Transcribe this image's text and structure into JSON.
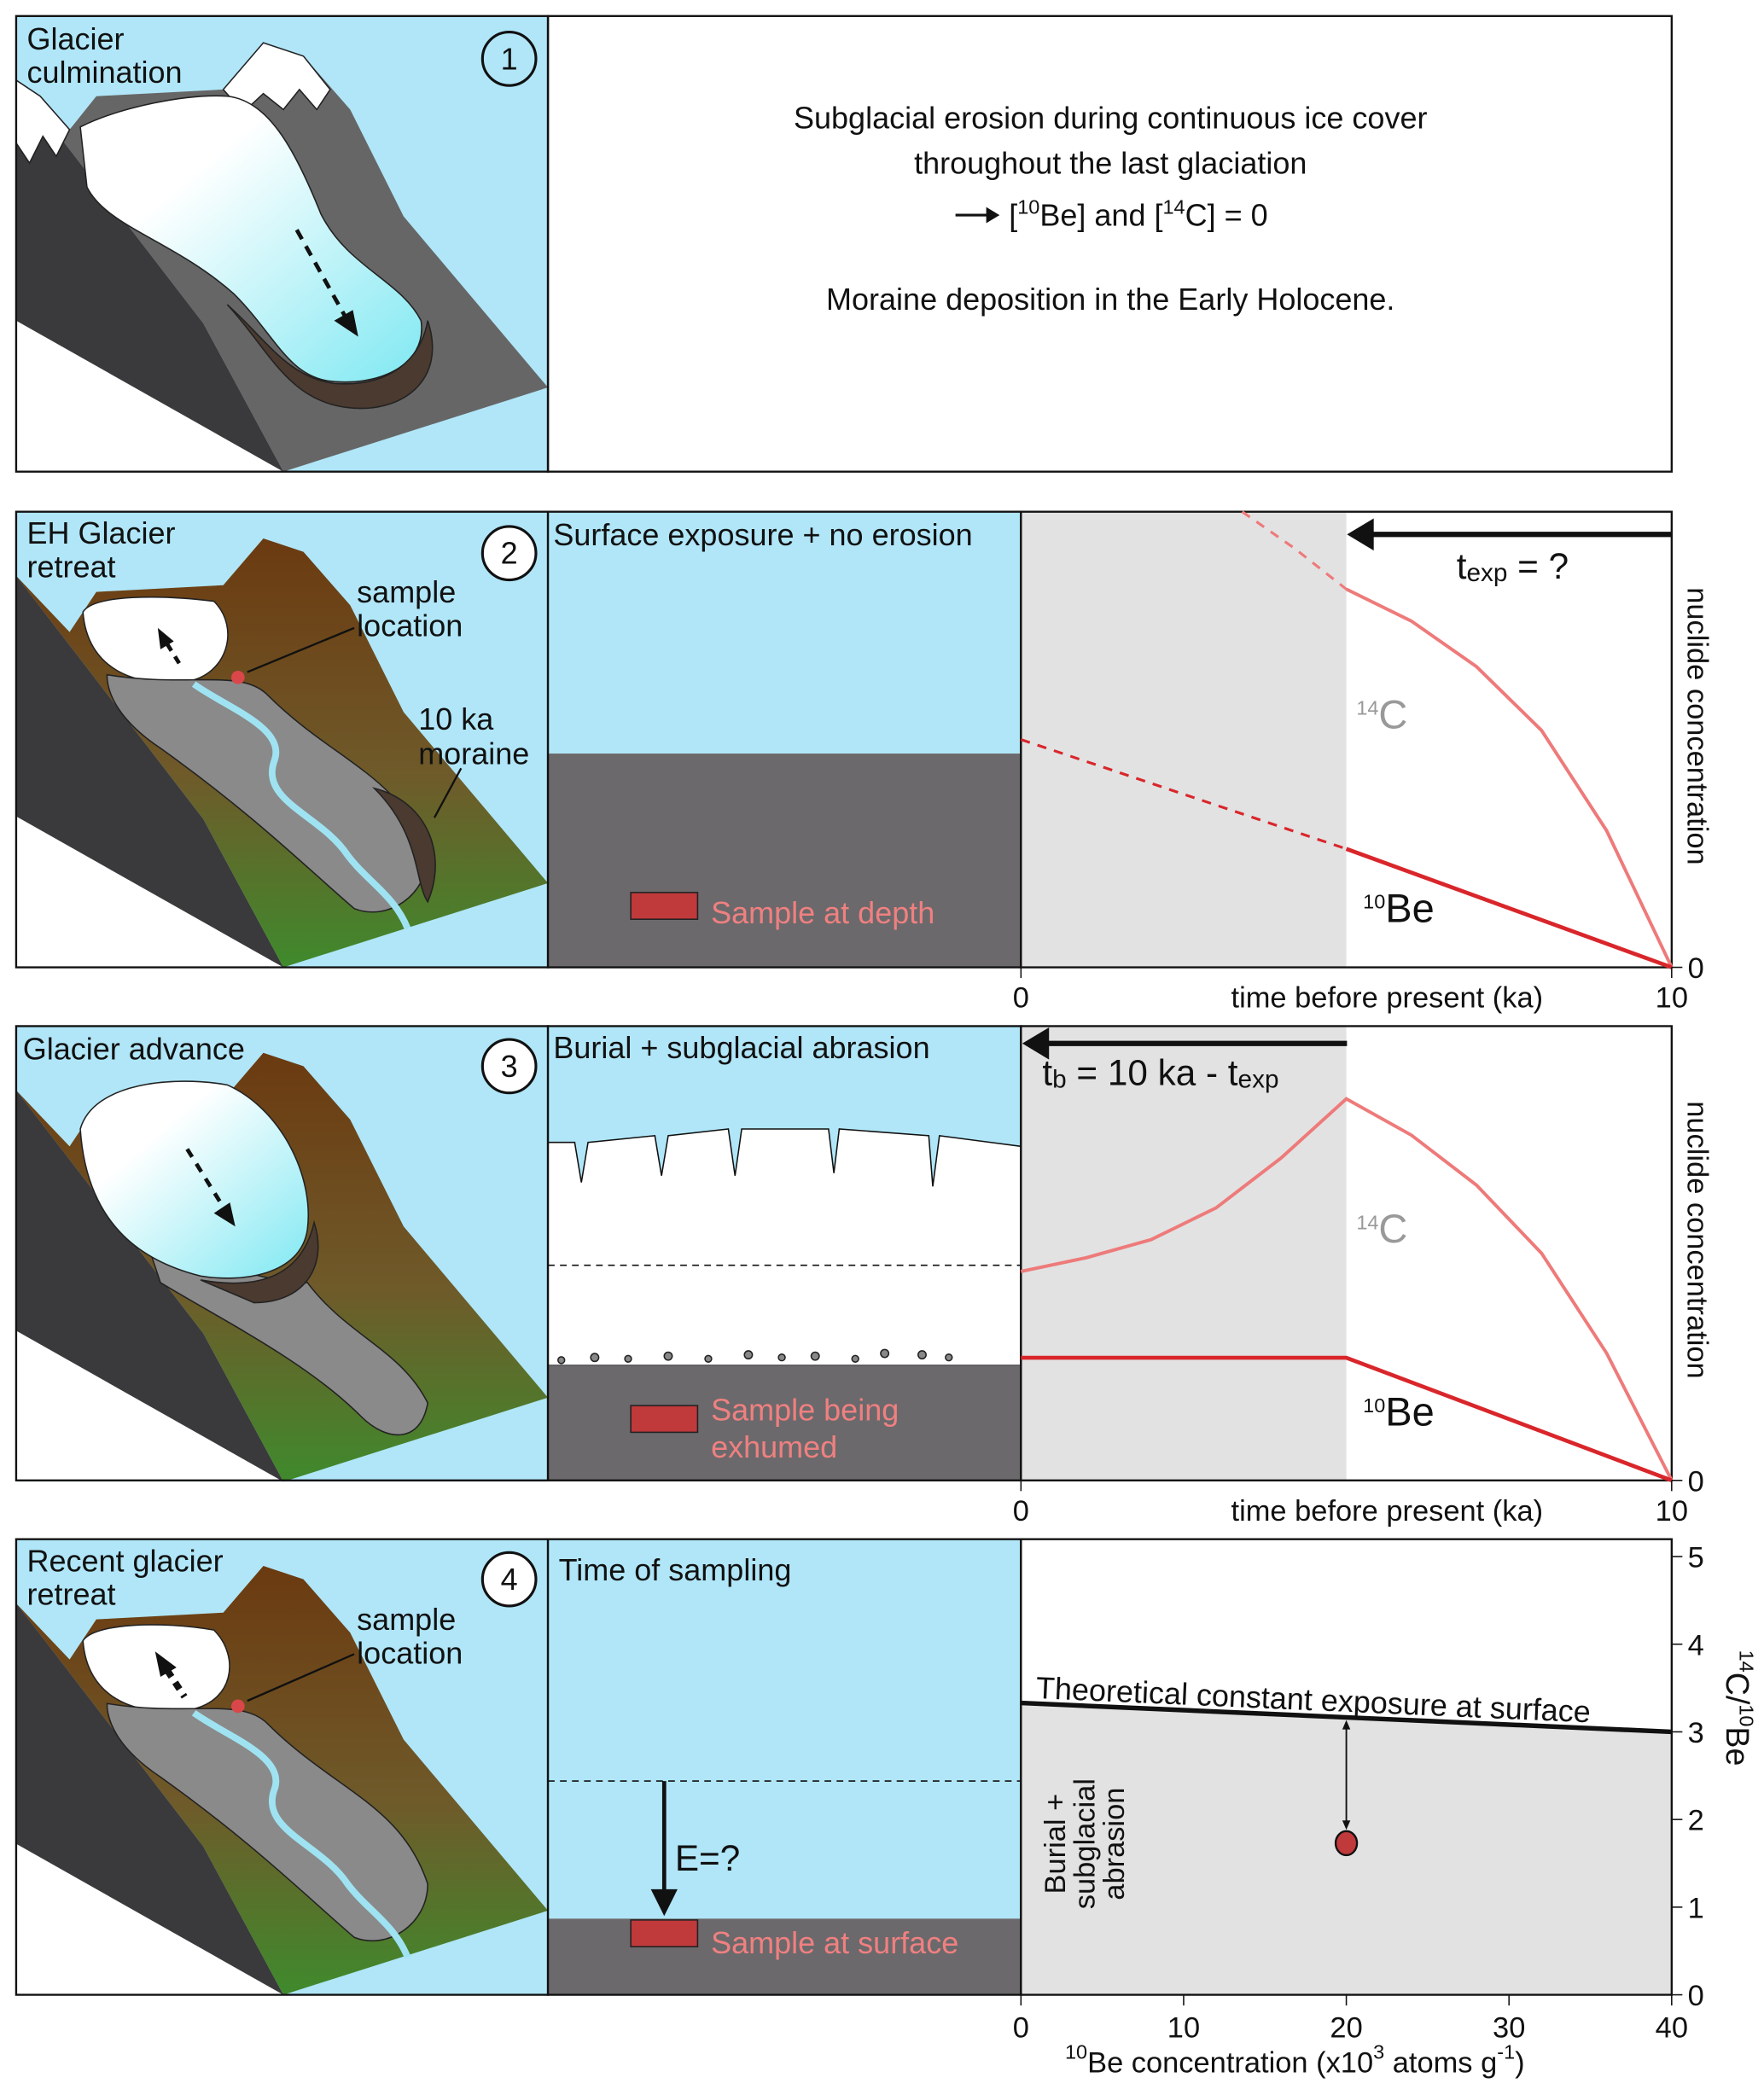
{
  "colors": {
    "sky": "#b0e6f8",
    "rock": "#6b696c",
    "sample": "#c0393b",
    "pink_text": "#f08080",
    "be_line": "#d9262b",
    "c_line": "#ee7a7a",
    "shade": "#e2e2e2"
  },
  "panel1": {
    "number": "1",
    "title_lines": [
      "Glacier",
      "culmination"
    ],
    "text_line1": "Subglacial erosion during continuous ice cover",
    "text_line2": "throughout the last glaciation",
    "text_line3": {
      "pre": "[",
      "sup1": "10",
      "mid": "Be] and [",
      "sup2": "14",
      "post": "C] = 0"
    },
    "text_line4": "Moraine deposition in the Early Holocene."
  },
  "panel2": {
    "number": "2",
    "title_lines": [
      "EH Glacier",
      "retreat"
    ],
    "sample_label": [
      "sample",
      "location"
    ],
    "moraine_label": [
      "10 ka",
      "moraine"
    ],
    "section_title": "Surface exposure + no erosion",
    "sample_text": "Sample at depth",
    "arrow_label": {
      "t": "t",
      "sub": "exp",
      "rest": " = ?"
    }
  },
  "panel3": {
    "number": "3",
    "title": "Glacier advance",
    "section_title": "Burial + subglacial abrasion",
    "sample_text": [
      "Sample being",
      "exhumed"
    ],
    "arrow_label": {
      "t": "t",
      "sub": "b",
      "mid": " = 10 ka - t",
      "sub2": "exp"
    }
  },
  "panel4": {
    "number": "4",
    "title_lines": [
      "Recent glacier",
      "retreat"
    ],
    "sample_label": [
      "sample",
      "location"
    ],
    "section_title": "Time of sampling",
    "erosion_label": "E=?",
    "sample_text": "Sample at surface"
  },
  "chart_data": [
    {
      "type": "line",
      "panel": "2",
      "xlabel": "time before present (ka)",
      "ylabel": "nuclide concentration",
      "xlim": [
        0,
        10
      ],
      "ylim": [
        0,
        1
      ],
      "x_ticks": [
        "0",
        "10"
      ],
      "y_ticks": [
        "0"
      ],
      "shaded_region": [
        0,
        5
      ],
      "series": [
        {
          "name": "14C",
          "label_sup": "14",
          "label_base": "C",
          "solid": [
            [
              5,
              0.83
            ],
            [
              6,
              0.76
            ],
            [
              7,
              0.66
            ],
            [
              8,
              0.52
            ],
            [
              9,
              0.3
            ],
            [
              10,
              0
            ]
          ],
          "dashed": [
            [
              3.4,
              1.0
            ],
            [
              4.2,
              0.92
            ],
            [
              5,
              0.83
            ]
          ]
        },
        {
          "name": "10Be",
          "label_sup": "10",
          "label_base": "Be",
          "solid": [
            [
              5,
              0.26
            ],
            [
              10,
              0
            ]
          ],
          "dashed": [
            [
              0,
              0.5
            ],
            [
              5,
              0.26
            ]
          ]
        }
      ]
    },
    {
      "type": "line",
      "panel": "3",
      "xlabel": "time before present (ka)",
      "ylabel": "nuclide concentration",
      "xlim": [
        0,
        10
      ],
      "ylim": [
        0,
        1
      ],
      "x_ticks": [
        "0",
        "10"
      ],
      "y_ticks": [
        "0"
      ],
      "shaded_region": [
        0,
        5
      ],
      "series": [
        {
          "name": "14C",
          "label_sup": "14",
          "label_base": "C",
          "solid": [
            [
              0,
              0.46
            ],
            [
              1,
              0.49
            ],
            [
              2,
              0.53
            ],
            [
              3,
              0.6
            ],
            [
              4,
              0.71
            ],
            [
              5,
              0.84
            ],
            [
              6,
              0.76
            ],
            [
              7,
              0.65
            ],
            [
              8,
              0.5
            ],
            [
              9,
              0.28
            ],
            [
              10,
              0
            ]
          ],
          "dashed": []
        },
        {
          "name": "10Be",
          "label_sup": "10",
          "label_base": "Be",
          "solid": [
            [
              0,
              0.27
            ],
            [
              5,
              0.27
            ],
            [
              10,
              0
            ]
          ],
          "dashed": []
        }
      ]
    },
    {
      "type": "scatter",
      "panel": "4",
      "xlabel": {
        "sup": "10",
        "base": "Be concentration (x10",
        "sup2": "3",
        "mid": " atoms g",
        "sup3": "-1",
        "end": ")"
      },
      "ylabel": {
        "sup1": "14",
        "base1": "C/",
        "sup2": "10",
        "base2": "Be"
      },
      "xlim": [
        0,
        40
      ],
      "ylim": [
        0,
        5.2
      ],
      "x_ticks": [
        "0",
        "10",
        "20",
        "30",
        "40"
      ],
      "y_ticks": [
        "0",
        "1",
        "2",
        "3",
        "4",
        "5"
      ],
      "line": {
        "name": "Theoretical constant exposure at surface",
        "points": [
          [
            0,
            3.33
          ],
          [
            40,
            3.0
          ]
        ]
      },
      "region_label": [
        "Burial +",
        "subglacial",
        "abrasion"
      ],
      "points": [
        {
          "x": 20,
          "y": 1.73
        }
      ]
    }
  ]
}
